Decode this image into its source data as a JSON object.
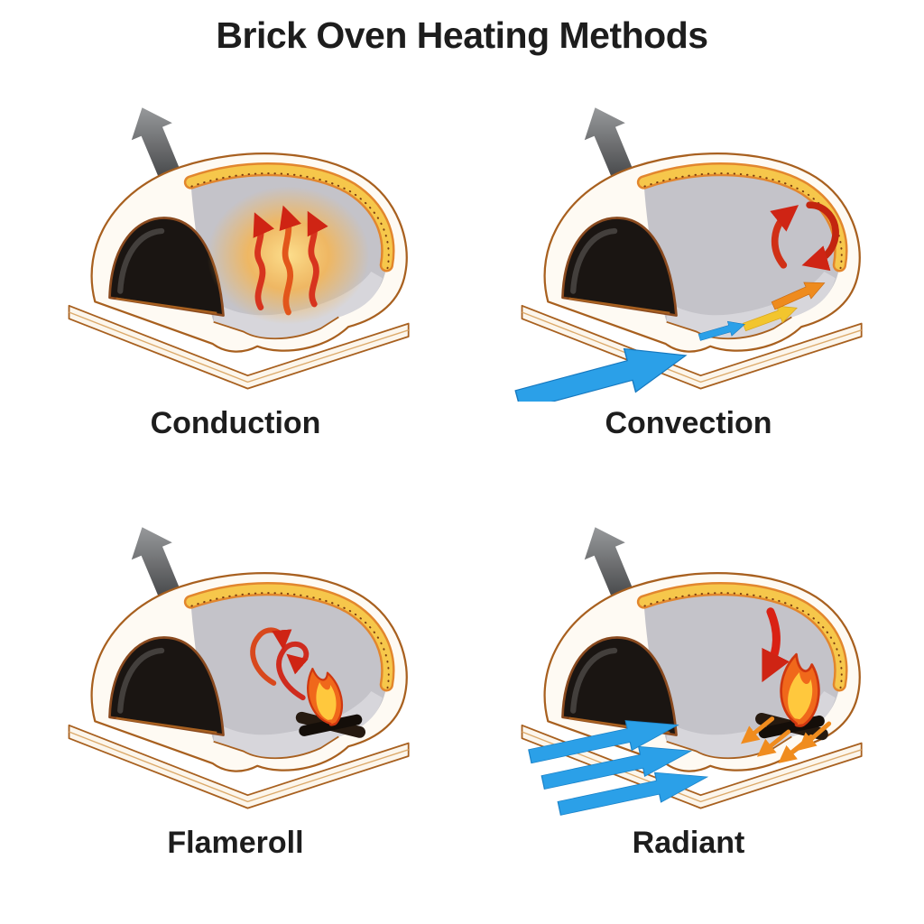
{
  "title": "Brick Oven Heating Methods",
  "panels": [
    {
      "id": "conduction",
      "label": "Conduction",
      "icons": [
        "chimney-exhaust-arrow",
        "rising-heat-wave-arrows",
        "hearth-glow"
      ]
    },
    {
      "id": "convection",
      "label": "Convection",
      "icons": [
        "chimney-exhaust-arrow",
        "cool-air-inlet-arrow",
        "warming-air-arrows",
        "circulating-hot-air-arrows"
      ]
    },
    {
      "id": "flameroll",
      "label": "Flameroll",
      "icons": [
        "chimney-exhaust-arrow",
        "wood-fire-flame",
        "rolling-flame-curl-arrows"
      ]
    },
    {
      "id": "radiant",
      "label": "Radiant",
      "icons": [
        "chimney-exhaust-arrow",
        "wood-fire-flame",
        "downward-radiant-heat-arrow",
        "radiating-heat-arrows",
        "cool-air-inlet-arrows"
      ]
    }
  ],
  "colors": {
    "background": "#ffffff",
    "text": "#1d1d1d",
    "oven_shell": "#fdf8f0",
    "shell_outline": "#a8601f",
    "interior_gray": "#c4c3c9",
    "rim_yellow": "#f6c74b",
    "rim_orange": "#e2862d",
    "heat_red": "#cf2414",
    "flame_orange": "#f0681b",
    "air_blue": "#2ba0e8",
    "exhaust_gray": "#58595b"
  }
}
